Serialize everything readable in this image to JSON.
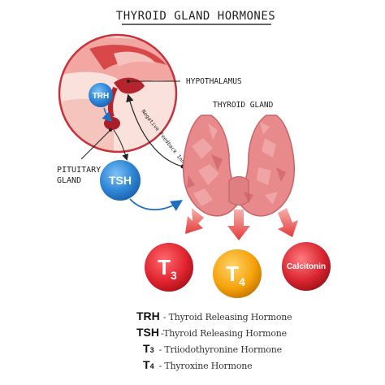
{
  "title": "THYROID GLAND HORMONES",
  "labels": {
    "hypothalamus": "HYPOTHALAMUS",
    "thyroid_gland": "THYROID GLAND",
    "pituitary_line1": "PITUITARY",
    "pituitary_line2": "GLAND",
    "feedback": "Negative Feedback Inhibition"
  },
  "circles": {
    "trh": "TRH",
    "tsh": "TSH",
    "t3_letter": "T",
    "t3_sub": "3",
    "t4_letter": "T",
    "t4_sub": "4",
    "calcitonin": "Calcitonin"
  },
  "legend": [
    {
      "abbr": "TRH",
      "sub": "",
      "desc": "- Thyroid Releasing Hormone"
    },
    {
      "abbr": "TSH",
      "sub": "",
      "desc": "-Thyroid Releasing Hormone"
    },
    {
      "abbr": "T",
      "sub": "3",
      "desc": "- Triiodothyronine Hormone"
    },
    {
      "abbr": "T",
      "sub": "4",
      "desc": "- Thyroxine Hormone"
    }
  ],
  "colors": {
    "brain_red": "#c8323c",
    "blue": "#2f86d6",
    "t3_red": "#e0232e",
    "t4_orange": "#f5a20a",
    "calcitonin_red": "#d92530",
    "thyroid_pink": "#e8898c",
    "arrow_red": "#e23b3b"
  }
}
